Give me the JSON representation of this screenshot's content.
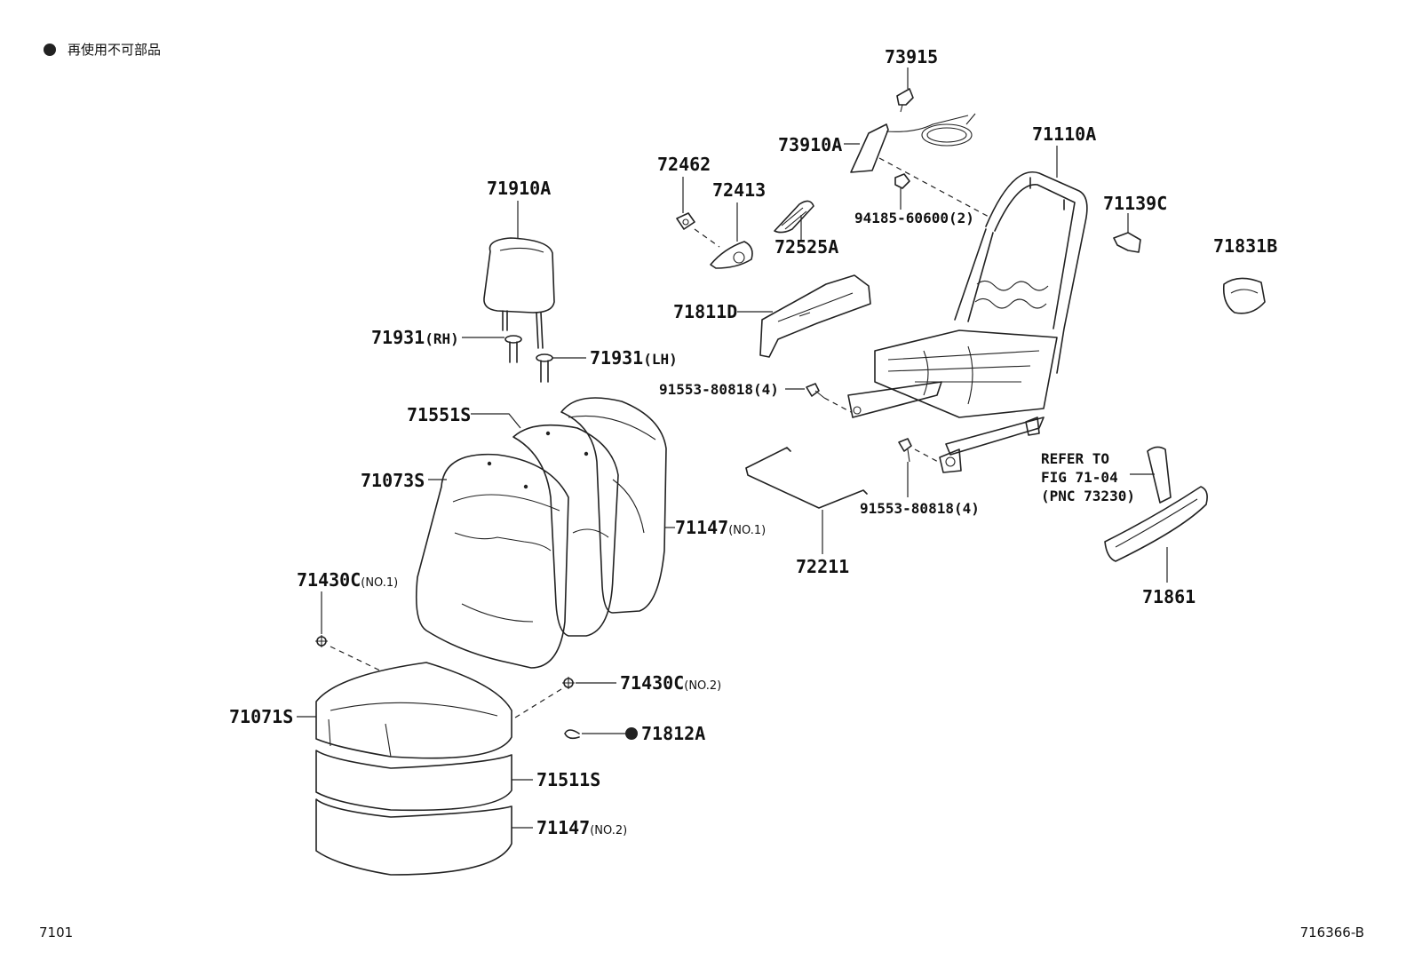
{
  "legend": {
    "text": "再使用不可部品"
  },
  "footer": {
    "left": "7101",
    "right": "716366-B"
  },
  "refer": {
    "line1": "REFER TO",
    "line2": "FIG 71-04",
    "line3": "(PNC 73230)"
  },
  "callouts": {
    "p73915": "73915",
    "p73910A": "73910A",
    "p71110A": "71110A",
    "p72462": "72462",
    "p72413": "72413",
    "p71910A": "71910A",
    "p94185": "94185-60600(2)",
    "p71139C": "71139C",
    "p72525A": "72525A",
    "p71831B": "71831B",
    "p71811D": "71811D",
    "p71931rh": "71931",
    "p71931rh_sfx": "(RH)",
    "p71931lh": "71931",
    "p71931lh_sfx": "(LH)",
    "p91553a": "91553-80818(4)",
    "p71551S": "71551S",
    "p71073S": "71073S",
    "p71147n1": "71147",
    "p71147n1_sfx": "(NO.1)",
    "p91553b": "91553-80818(4)",
    "p72211": "72211",
    "p71861": "71861",
    "p71430Cn1": "71430C",
    "p71430Cn1_sfx": "(NO.1)",
    "p71430Cn2": "71430C",
    "p71430Cn2_sfx": "(NO.2)",
    "p71071S": "71071S",
    "p71812A": "71812A",
    "p71511S": "71511S",
    "p71147n2": "71147",
    "p71147n2_sfx": "(NO.2)"
  }
}
